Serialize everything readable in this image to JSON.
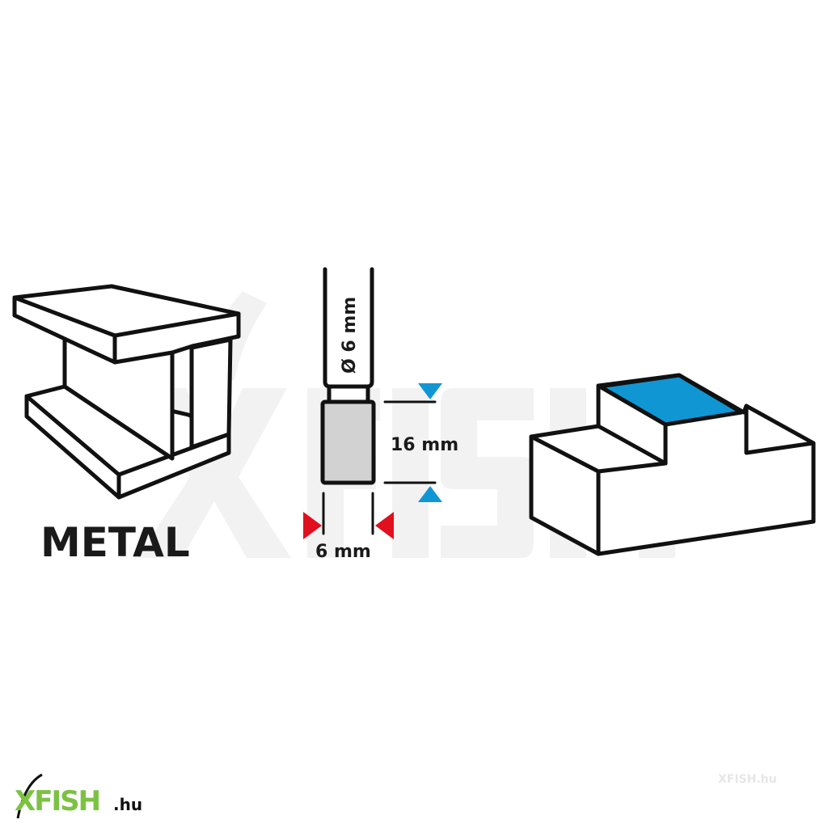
{
  "material_label": "METAL",
  "bit": {
    "shank_diameter": "Ø 6 mm",
    "head_length": "16 mm",
    "head_diameter": "6 mm"
  },
  "colors": {
    "blue": "#1196d4",
    "red": "#e0101e",
    "head_gray": "#d2d2d2",
    "logo_green": "#7cc242"
  },
  "watermark": "XFISH",
  "logo": {
    "brand": "XFISH",
    "suffix": ".hu"
  },
  "faint_logo": "XFISH.hu"
}
